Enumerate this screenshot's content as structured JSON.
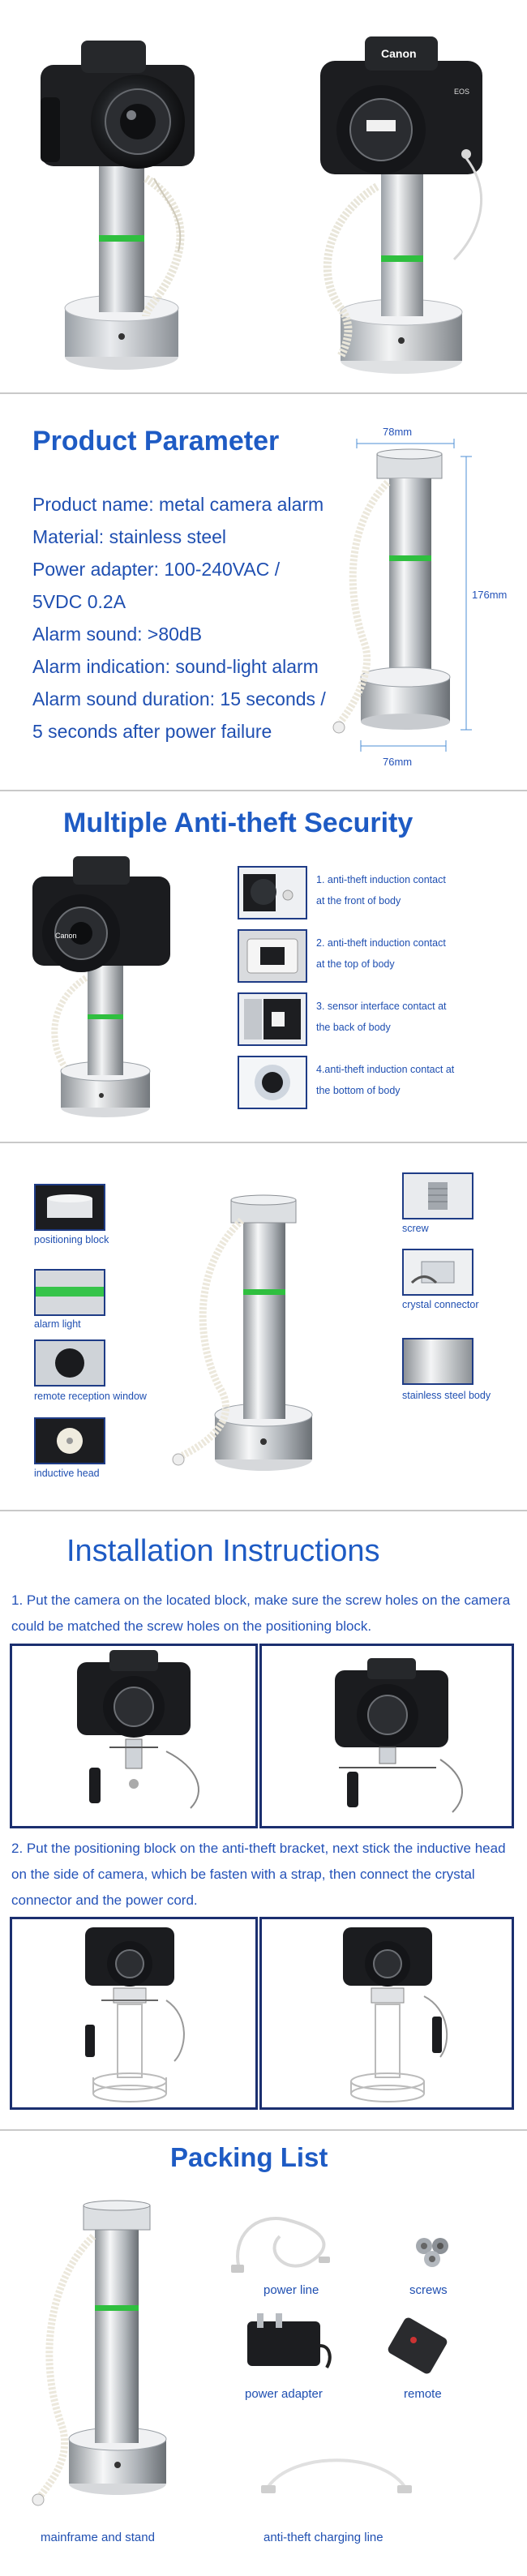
{
  "hero": {
    "left_brand": "",
    "right_brand": "Canon",
    "right_badge": "EOS"
  },
  "param": {
    "title": "Product Parameter",
    "lines": [
      "Product name: metal camera alarm",
      "Material: stainless steel",
      "Power adapter: 100-240VAC /",
      "5VDC 0.2A",
      "Alarm sound: >80dB",
      "Alarm indication: sound-light alarm",
      "Alarm sound duration: 15 seconds /",
      "5 seconds after power failure"
    ],
    "dim_top": "78mm",
    "dim_side": "176mm",
    "dim_bottom": "76mm"
  },
  "security": {
    "title": "Multiple Anti-theft Security",
    "camera_brand": "Canon",
    "items": [
      {
        "l1": "1. anti-theft induction contact",
        "l2": "at the front of body"
      },
      {
        "l1": "2. anti-theft induction contact",
        "l2": "at the top of body"
      },
      {
        "l1": "3. sensor interface contact at",
        "l2": "the back of body"
      },
      {
        "l1": "4.anti-theft induction contact at",
        "l2": "the bottom of body"
      }
    ]
  },
  "parts": {
    "left": [
      "positioning block",
      "alarm light",
      "remote reception window",
      "inductive head"
    ],
    "right": [
      "screw",
      "crystal connector",
      "stainless steel body"
    ]
  },
  "install": {
    "title": "Installation Instructions",
    "step1": "1. Put the camera on the located block, make sure the screw holes on the camera could be matched the screw holes on the positioning block.",
    "step2": "2. Put the positioning block on the anti-theft bracket, next stick the inductive head on the side of camera, which be fasten with a strap, then connect the crystal connector and the power cord."
  },
  "packing": {
    "title": "Packing List",
    "items": {
      "power_line": "power line",
      "screws": "screws",
      "power_adapter": "power adapter",
      "remote": "remote",
      "mainframe": "mainframe and stand",
      "charging_line": "anti-theft charging line"
    }
  }
}
